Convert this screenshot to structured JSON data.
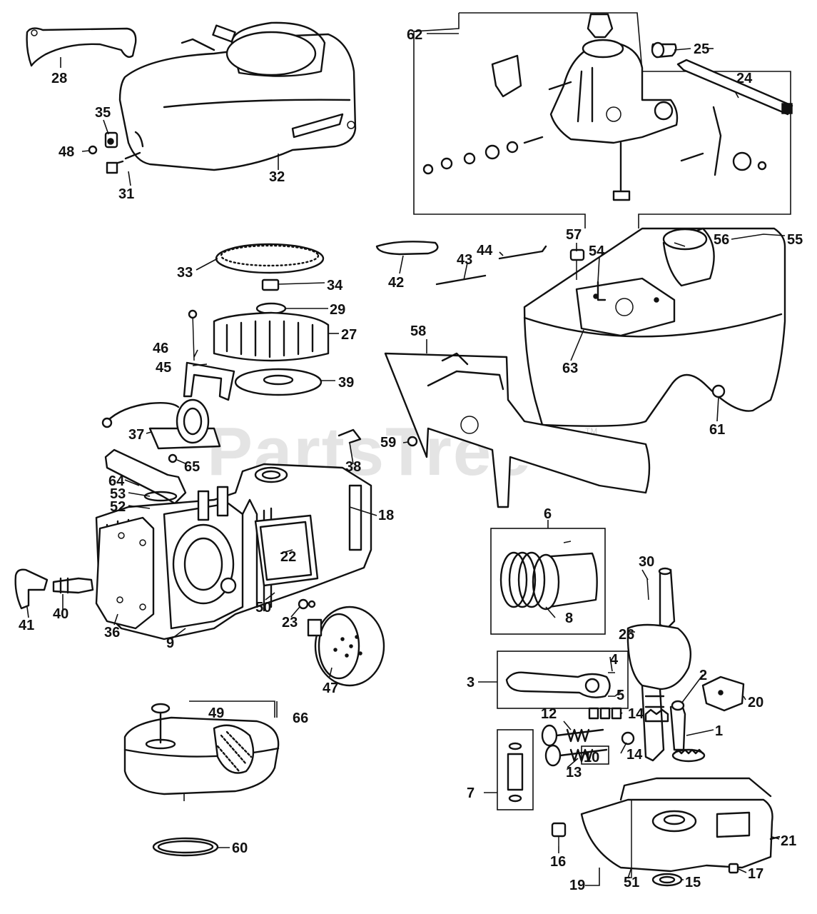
{
  "watermark": {
    "text": "PartsTree",
    "trademark": "TM"
  },
  "callouts": {
    "c1": "1",
    "c2": "2",
    "c3": "3",
    "c4": "4",
    "c5": "5",
    "c6": "6",
    "c7": "7",
    "c8": "8",
    "c9": "9",
    "c10": "10",
    "c12": "12",
    "c13": "13",
    "c14a": "14",
    "c14b": "14",
    "c15": "15",
    "c16": "16",
    "c17": "17",
    "c18": "18",
    "c19": "19",
    "c20": "20",
    "c21": "21",
    "c22": "22",
    "c23": "23",
    "c24": "24",
    "c25": "25",
    "c26": "26",
    "c27": "27",
    "c28": "28",
    "c29": "29",
    "c30": "30",
    "c31": "31",
    "c32": "32",
    "c33": "33",
    "c34": "34",
    "c35": "35",
    "c36": "36",
    "c37": "37",
    "c38": "38",
    "c39": "39",
    "c40": "40",
    "c41": "41",
    "c42": "42",
    "c43": "43",
    "c44": "44",
    "c45": "45",
    "c46": "46",
    "c47": "47",
    "c48": "48",
    "c49": "49",
    "c50": "50",
    "c51": "51",
    "c52": "52",
    "c53": "53",
    "c54": "54",
    "c55": "55",
    "c56": "56",
    "c57": "57",
    "c58": "58",
    "c59": "59",
    "c60": "60",
    "c61": "61",
    "c62": "62",
    "c63": "63",
    "c64": "64",
    "c65": "65",
    "c66": "66"
  }
}
